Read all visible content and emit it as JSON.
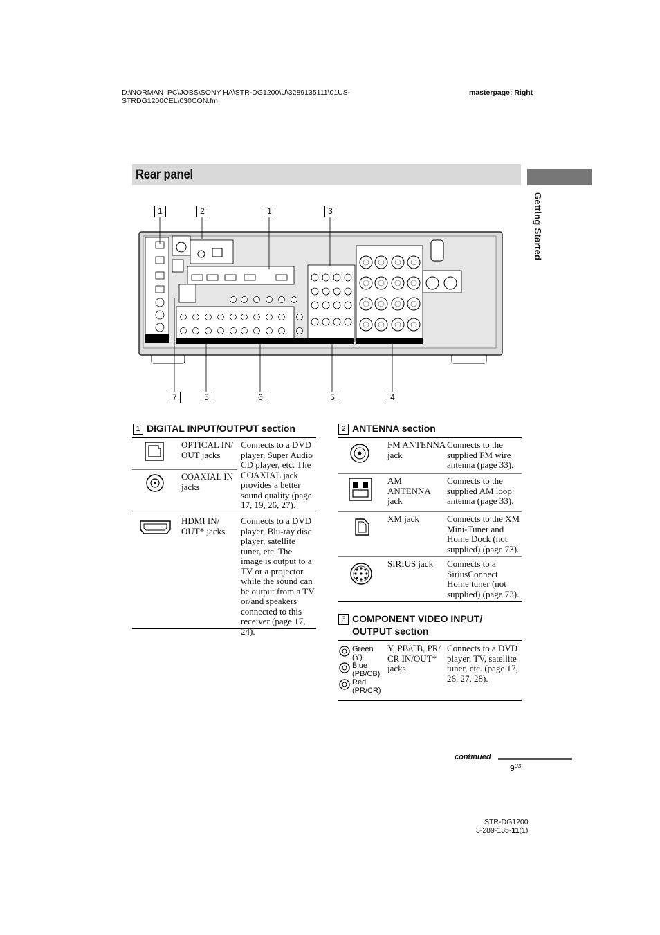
{
  "header": {
    "path_line1": "D:\\NORMAN_PC\\JOBS\\SONY HA\\STR-DG1200\\U\\3289135111\\01US-",
    "path_line2": "STRDG1200CEL\\030CON.fm",
    "masterpage": "masterpage: Right"
  },
  "page_title": "Rear panel",
  "side_tab": "Getting Started",
  "figure": {
    "top_callouts": [
      "1",
      "2",
      "1",
      "3"
    ],
    "bottom_callouts": [
      "7",
      "5",
      "6",
      "5",
      "4"
    ]
  },
  "sections": {
    "digital": {
      "number": "1",
      "title": "DIGITAL INPUT/OUTPUT section",
      "rows": [
        {
          "name": "OPTICAL IN/ OUT jacks",
          "desc": "Connects to a DVD player, Super Audio CD player, etc. The COAXIAL jack provides a better sound quality (page 17, 19, 26, 27)."
        },
        {
          "name": "COAXIAL IN jacks"
        },
        {
          "name": "HDMI IN/ OUT* jacks",
          "desc": "Connects to a DVD player, Blu-ray disc player, satellite tuner, etc. The image is output to a TV or a projector while the sound can be output from a TV or/and speakers connected to this receiver (page 17, 24)."
        }
      ]
    },
    "antenna": {
      "number": "2",
      "title": "ANTENNA section",
      "rows": [
        {
          "name": "FM ANTENNA jack",
          "desc": "Connects to the supplied FM wire antenna (page 33)."
        },
        {
          "name": "AM ANTENNA jack",
          "desc": "Connects to the supplied AM loop antenna (page 33)."
        },
        {
          "name": "XM jack",
          "desc": "Connects to the XM Mini-Tuner and Home Dock (not supplied) (page 73)."
        },
        {
          "name": "SIRIUS jack",
          "desc": "Connects to a SiriusConnect Home tuner (not supplied) (page 73)."
        }
      ]
    },
    "component": {
      "number": "3",
      "title_line1": "COMPONENT VIDEO INPUT/",
      "title_line2": "OUTPUT section",
      "labels": [
        "Green",
        "(Y)",
        "Blue",
        "(PB/CB)",
        "Red",
        "(PR/CR)"
      ],
      "name_line1": "Y, PB/CB, PR/",
      "name_line2": "CR IN/OUT*",
      "name_line3": "jacks",
      "desc": "Connects to a DVD player, TV, satellite tuner, etc. (page 17, 26, 27, 28)."
    }
  },
  "footer": {
    "continued": "continued",
    "page_number": "9",
    "page_suffix": "US",
    "model": "STR-DG1200",
    "code_prefix": "3-289-135-",
    "code_bold": "11",
    "code_suffix": "(1)"
  }
}
